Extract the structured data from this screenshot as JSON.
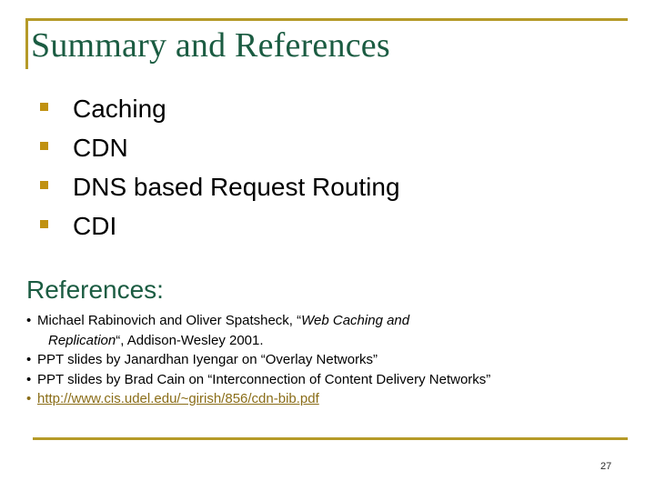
{
  "slide": {
    "title": "Summary and References",
    "page_number": "27",
    "colors": {
      "title_green": "#1b5c42",
      "rule_gold": "#b59a28",
      "bullet_gold": "#c09111",
      "link_gold": "#8a6d18",
      "body_black": "#000000",
      "background": "#ffffff"
    }
  },
  "summary": {
    "bullet_glyph": "square-bullet",
    "items": [
      {
        "label": "Caching"
      },
      {
        "label": "CDN"
      },
      {
        "label": "DNS based Request Routing"
      },
      {
        "label": "CDI"
      }
    ]
  },
  "references": {
    "heading": "References:",
    "bullet_glyph": "•",
    "entries": [
      {
        "kind": "book",
        "lead": "Michael Rabinovich and Oliver Spatsheck, “",
        "italic_1": "Web Caching and",
        "italic_2": "Replication",
        "tail": "“, Addison-Wesley 2001."
      },
      {
        "kind": "text",
        "text": "PPT slides by Janardhan Iyengar on “Overlay Networks”"
      },
      {
        "kind": "text",
        "text": "PPT slides by Brad Cain on “Interconnection of Content Delivery Networks”"
      },
      {
        "kind": "link",
        "text": "http://www.cis.udel.edu/~girish/856/cdn-bib.pdf"
      }
    ]
  }
}
